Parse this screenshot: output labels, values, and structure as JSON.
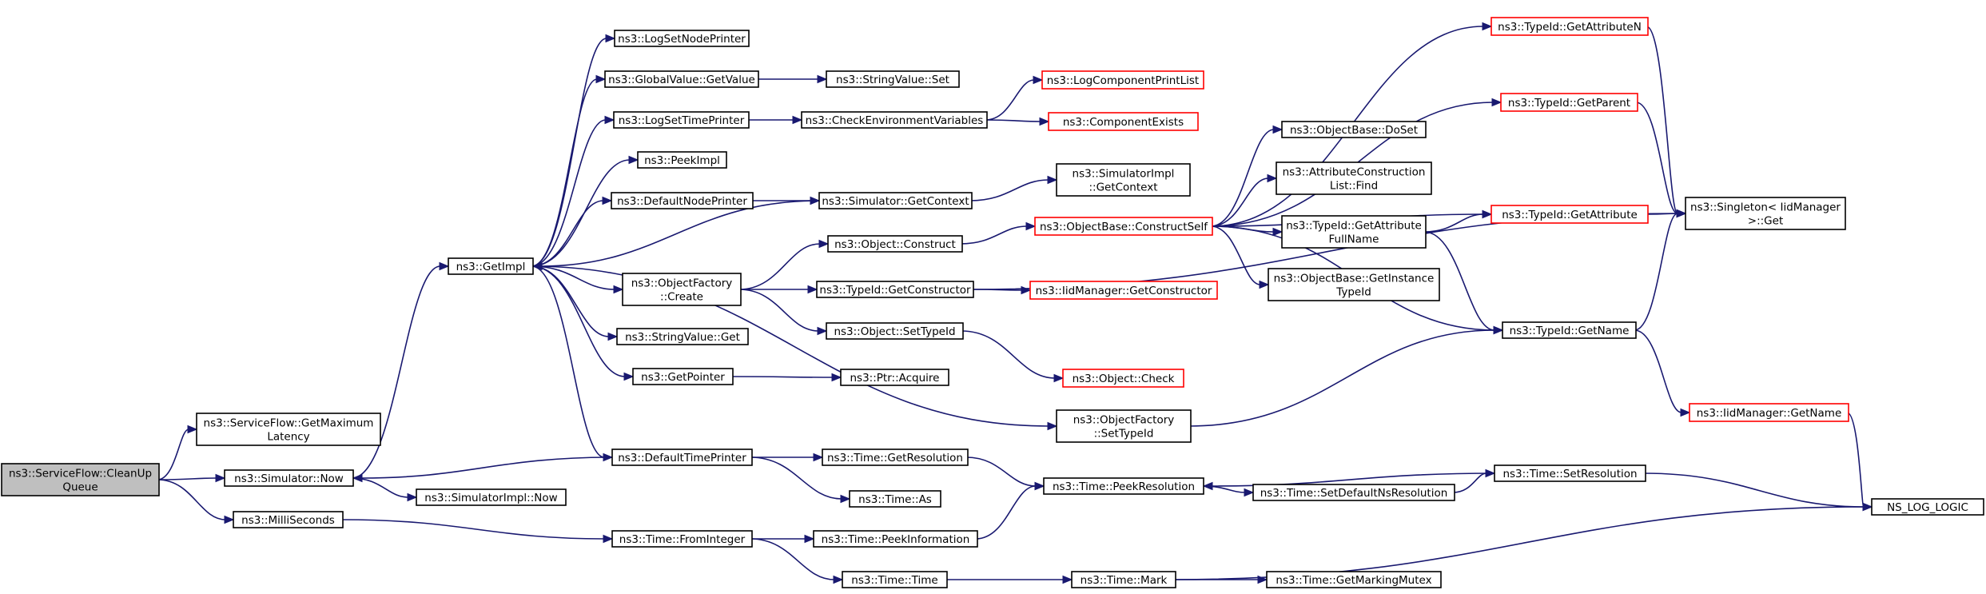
{
  "graph": {
    "nodes": [
      {
        "id": "root",
        "lines": [
          "ns3::ServiceFlow::CleanUp",
          "Queue"
        ],
        "root": true
      },
      {
        "id": "sf_getmax",
        "lines": [
          "ns3::ServiceFlow::GetMaximum",
          "Latency"
        ]
      },
      {
        "id": "sim_now",
        "lines": [
          "ns3::Simulator::Now"
        ]
      },
      {
        "id": "millisec",
        "lines": [
          "ns3::MilliSeconds"
        ]
      },
      {
        "id": "getimpl",
        "lines": [
          "ns3::GetImpl"
        ]
      },
      {
        "id": "simimpl_now",
        "lines": [
          "ns3::SimulatorImpl::Now"
        ]
      },
      {
        "id": "logsetnode",
        "lines": [
          "ns3::LogSetNodePrinter"
        ]
      },
      {
        "id": "gv_getvalue",
        "lines": [
          "ns3::GlobalValue::GetValue"
        ]
      },
      {
        "id": "logsettime",
        "lines": [
          "ns3::LogSetTimePrinter"
        ]
      },
      {
        "id": "peekimpl",
        "lines": [
          "ns3::PeekImpl"
        ]
      },
      {
        "id": "defnodeprinter",
        "lines": [
          "ns3::DefaultNodePrinter"
        ]
      },
      {
        "id": "objfactory_create",
        "lines": [
          "ns3::ObjectFactory",
          "::Create"
        ]
      },
      {
        "id": "stringvalue_get",
        "lines": [
          "ns3::StringValue::Get"
        ]
      },
      {
        "id": "getpointer",
        "lines": [
          "ns3::GetPointer"
        ]
      },
      {
        "id": "deftimeprinter",
        "lines": [
          "ns3::DefaultTimePrinter"
        ]
      },
      {
        "id": "time_frominteger",
        "lines": [
          "ns3::Time::FromInteger"
        ]
      },
      {
        "id": "stringvalue_set",
        "lines": [
          "ns3::StringValue::Set"
        ]
      },
      {
        "id": "checkenv",
        "lines": [
          "ns3::CheckEnvironmentVariables"
        ]
      },
      {
        "id": "sim_getcontext",
        "lines": [
          "ns3::Simulator::GetContext"
        ]
      },
      {
        "id": "obj_construct",
        "lines": [
          "ns3::Object::Construct"
        ]
      },
      {
        "id": "typeid_getconstructor",
        "lines": [
          "ns3::TypeId::GetConstructor"
        ]
      },
      {
        "id": "obj_settypeid",
        "lines": [
          "ns3::Object::SetTypeId"
        ]
      },
      {
        "id": "ptr_acquire",
        "lines": [
          "ns3::Ptr::Acquire"
        ]
      },
      {
        "id": "time_getresolution",
        "lines": [
          "ns3::Time::GetResolution"
        ]
      },
      {
        "id": "time_as",
        "lines": [
          "ns3::Time::As"
        ]
      },
      {
        "id": "time_peekinfo",
        "lines": [
          "ns3::Time::PeekInformation"
        ]
      },
      {
        "id": "time_time",
        "lines": [
          "ns3::Time::Time"
        ]
      },
      {
        "id": "logcompprintlist",
        "lines": [
          "ns3::LogComponentPrintList"
        ],
        "red": true
      },
      {
        "id": "compexists",
        "lines": [
          "ns3::ComponentExists"
        ],
        "red": true
      },
      {
        "id": "simimpl_getcontext",
        "lines": [
          "ns3::SimulatorImpl",
          "::GetContext"
        ]
      },
      {
        "id": "objbase_constructself",
        "lines": [
          "ns3::ObjectBase::ConstructSelf"
        ],
        "red": true
      },
      {
        "id": "iidmgr_getconstructor",
        "lines": [
          "ns3::IidManager::GetConstructor"
        ],
        "red": true
      },
      {
        "id": "obj_check",
        "lines": [
          "ns3::Object::Check"
        ],
        "red": true
      },
      {
        "id": "objfactory_settypeid",
        "lines": [
          "ns3::ObjectFactory",
          "::SetTypeId"
        ]
      },
      {
        "id": "time_peekres",
        "lines": [
          "ns3::Time::PeekResolution"
        ]
      },
      {
        "id": "time_mark",
        "lines": [
          "ns3::Time::Mark"
        ]
      },
      {
        "id": "objbase_doset",
        "lines": [
          "ns3::ObjectBase::DoSet"
        ]
      },
      {
        "id": "attrconstr_find",
        "lines": [
          "ns3::AttributeConstruction",
          "List::Find"
        ]
      },
      {
        "id": "typeid_getattrfullname",
        "lines": [
          "ns3::TypeId::GetAttribute",
          "FullName"
        ]
      },
      {
        "id": "objbase_getinstance",
        "lines": [
          "ns3::ObjectBase::GetInstance",
          "TypeId"
        ]
      },
      {
        "id": "time_setdefaultns",
        "lines": [
          "ns3::Time::SetDefaultNsResolution"
        ]
      },
      {
        "id": "time_getmarkingmutex",
        "lines": [
          "ns3::Time::GetMarkingMutex"
        ]
      },
      {
        "id": "typeid_getattributen",
        "lines": [
          "ns3::TypeId::GetAttributeN"
        ],
        "red": true
      },
      {
        "id": "typeid_getparent",
        "lines": [
          "ns3::TypeId::GetParent"
        ],
        "red": true
      },
      {
        "id": "typeid_getattribute",
        "lines": [
          "ns3::TypeId::GetAttribute"
        ],
        "red": true
      },
      {
        "id": "typeid_getname",
        "lines": [
          "ns3::TypeId::GetName"
        ]
      },
      {
        "id": "iidmgr_getname",
        "lines": [
          "ns3::IidManager::GetName"
        ],
        "red": true
      },
      {
        "id": "time_setresolution",
        "lines": [
          "ns3::Time::SetResolution"
        ]
      },
      {
        "id": "singleton_get",
        "lines": [
          "ns3::Singleton< IidManager",
          ">::Get"
        ]
      },
      {
        "id": "ns_log_logic",
        "lines": [
          "NS_LOG_LOGIC"
        ]
      }
    ],
    "edges": [
      [
        "root",
        "sf_getmax"
      ],
      [
        "root",
        "sim_now"
      ],
      [
        "root",
        "millisec"
      ],
      [
        "sim_now",
        "getimpl"
      ],
      [
        "sim_now",
        "simimpl_now"
      ],
      [
        "millisec",
        "time_frominteger"
      ],
      [
        "getimpl",
        "logsetnode"
      ],
      [
        "getimpl",
        "gv_getvalue"
      ],
      [
        "getimpl",
        "logsettime"
      ],
      [
        "getimpl",
        "peekimpl"
      ],
      [
        "getimpl",
        "defnodeprinter"
      ],
      [
        "getimpl",
        "objfactory_create"
      ],
      [
        "getimpl",
        "stringvalue_get"
      ],
      [
        "getimpl",
        "getpointer"
      ],
      [
        "getimpl",
        "deftimeprinter"
      ],
      [
        "getimpl",
        "objfactory_settypeid"
      ],
      [
        "gv_getvalue",
        "stringvalue_set"
      ],
      [
        "logsettime",
        "checkenv"
      ],
      [
        "checkenv",
        "logcompprintlist"
      ],
      [
        "checkenv",
        "compexists"
      ],
      [
        "defnodeprinter",
        "sim_getcontext"
      ],
      [
        "sim_getcontext",
        "getimpl"
      ],
      [
        "sim_getcontext",
        "simimpl_getcontext"
      ],
      [
        "objfactory_create",
        "obj_construct"
      ],
      [
        "objfactory_create",
        "typeid_getconstructor"
      ],
      [
        "objfactory_create",
        "obj_settypeid"
      ],
      [
        "obj_construct",
        "objbase_constructself"
      ],
      [
        "typeid_getconstructor",
        "iidmgr_getconstructor"
      ],
      [
        "typeid_getconstructor",
        "singleton_get"
      ],
      [
        "obj_settypeid",
        "obj_check"
      ],
      [
        "getpointer",
        "ptr_acquire"
      ],
      [
        "deftimeprinter",
        "sim_now"
      ],
      [
        "deftimeprinter",
        "time_getresolution"
      ],
      [
        "deftimeprinter",
        "time_as"
      ],
      [
        "time_getresolution",
        "time_peekres"
      ],
      [
        "time_frominteger",
        "time_peekinfo"
      ],
      [
        "time_frominteger",
        "time_time"
      ],
      [
        "time_peekinfo",
        "time_peekres"
      ],
      [
        "time_time",
        "time_mark"
      ],
      [
        "time_mark",
        "time_getmarkingmutex"
      ],
      [
        "time_mark",
        "ns_log_logic"
      ],
      [
        "time_peekres",
        "time_setdefaultns"
      ],
      [
        "time_setdefaultns",
        "time_setresolution"
      ],
      [
        "time_setresolution",
        "time_peekres"
      ],
      [
        "time_setresolution",
        "ns_log_logic"
      ],
      [
        "objfactory_settypeid",
        "typeid_getname"
      ],
      [
        "objbase_constructself",
        "typeid_getattributen"
      ],
      [
        "objbase_constructself",
        "typeid_getparent"
      ],
      [
        "objbase_constructself",
        "typeid_getattribute"
      ],
      [
        "objbase_constructself",
        "objbase_doset"
      ],
      [
        "objbase_constructself",
        "attrconstr_find"
      ],
      [
        "objbase_constructself",
        "typeid_getattrfullname"
      ],
      [
        "objbase_constructself",
        "objbase_getinstance"
      ],
      [
        "objbase_constructself",
        "typeid_getname"
      ],
      [
        "typeid_getattrfullname",
        "typeid_getattribute"
      ],
      [
        "typeid_getattrfullname",
        "typeid_getname"
      ],
      [
        "typeid_getattributen",
        "singleton_get"
      ],
      [
        "typeid_getparent",
        "singleton_get"
      ],
      [
        "typeid_getattribute",
        "singleton_get"
      ],
      [
        "typeid_getname",
        "singleton_get"
      ],
      [
        "typeid_getname",
        "iidmgr_getname"
      ],
      [
        "iidmgr_getname",
        "ns_log_logic"
      ]
    ]
  }
}
